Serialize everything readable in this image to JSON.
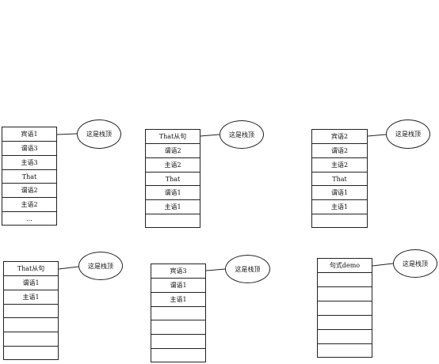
{
  "stacks": [
    {
      "cells": [
        "宾语1",
        "谓语3",
        "主语3",
        "That",
        "谓语2",
        "主语2",
        "..."
      ],
      "callout": "这是栈顶"
    },
    {
      "cells": [
        "That从句",
        "谓语2",
        "主语2",
        "That",
        "谓语1",
        "主语1",
        ""
      ],
      "callout": "这是栈顶"
    },
    {
      "cells": [
        "宾语2",
        "谓语2",
        "主语2",
        "That",
        "谓语1",
        "主语1",
        ""
      ],
      "callout": "这是栈顶"
    },
    {
      "cells": [
        "That从句",
        "谓语1",
        "主语1",
        "",
        "",
        "",
        ""
      ],
      "callout": "这是栈顶"
    },
    {
      "cells": [
        "宾语3",
        "谓语1",
        "主语1",
        "",
        "",
        "",
        ""
      ],
      "callout": "这是栈顶"
    },
    {
      "cells": [
        "句式demo",
        "",
        "",
        "",
        "",
        "",
        ""
      ],
      "callout": "这是栈顶"
    }
  ]
}
